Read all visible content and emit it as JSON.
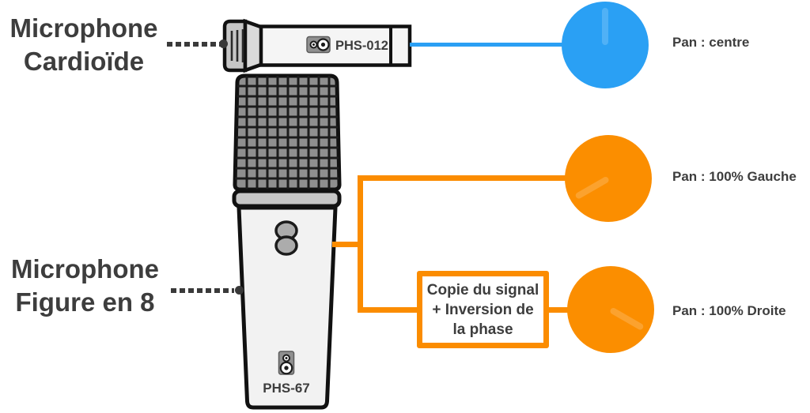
{
  "diagram": {
    "cardioid": {
      "title_line1": "Microphone",
      "title_line2": "Cardioïde",
      "model": "PHS-012"
    },
    "figure8": {
      "title_line1": "Microphone",
      "title_line2": "Figure en 8",
      "model": "PHS-67"
    },
    "phase_box": {
      "line1": "Copie du signal",
      "line2": "+ Inversion de",
      "line3": "la phase"
    },
    "knobs": [
      {
        "name": "pan-centre",
        "label": "Pan : centre",
        "color": "#2AA0F4",
        "pointer_rotation": "0deg"
      },
      {
        "name": "pan-gauche",
        "label": "Pan : 100% Gauche",
        "color": "#FB8E00",
        "pointer_rotation": "240deg"
      },
      {
        "name": "pan-droite",
        "label": "Pan : 100% Droite",
        "color": "#FB8E00",
        "pointer_rotation": "120deg"
      }
    ],
    "colors": {
      "blue_wire": "#2A9FF4",
      "orange_wire": "#FB8C00",
      "text": "#3D3D3D"
    }
  }
}
